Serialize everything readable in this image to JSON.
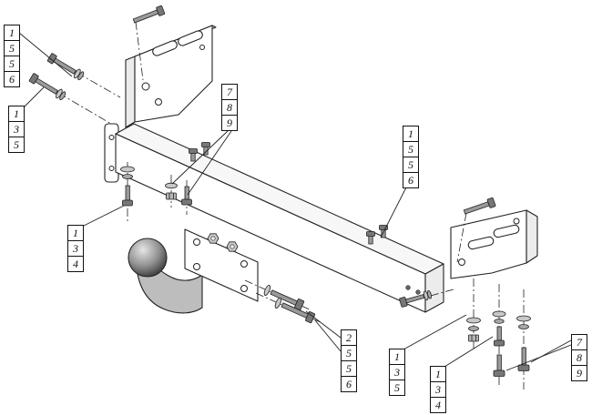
{
  "diagram": {
    "background": "#ffffff",
    "line_color": "#222222",
    "subject": "tow-bar assembly exploded diagram"
  },
  "callouts": [
    {
      "id": "top-left",
      "items": [
        "1",
        "5",
        "5",
        "6"
      ]
    },
    {
      "id": "left",
      "items": [
        "1",
        "3",
        "5"
      ]
    },
    {
      "id": "center",
      "items": [
        "7",
        "8",
        "9"
      ]
    },
    {
      "id": "left-middle",
      "items": [
        "1",
        "3",
        "4"
      ]
    },
    {
      "id": "right-middle",
      "items": [
        "1",
        "5",
        "5",
        "6"
      ]
    },
    {
      "id": "bottom-center",
      "items": [
        "2",
        "5",
        "5",
        "6"
      ]
    },
    {
      "id": "bottom-1",
      "items": [
        "1",
        "3",
        "5"
      ]
    },
    {
      "id": "bottom-2",
      "items": [
        "1",
        "3",
        "4"
      ]
    },
    {
      "id": "bottom-right",
      "items": [
        "7",
        "8",
        "9"
      ]
    }
  ]
}
